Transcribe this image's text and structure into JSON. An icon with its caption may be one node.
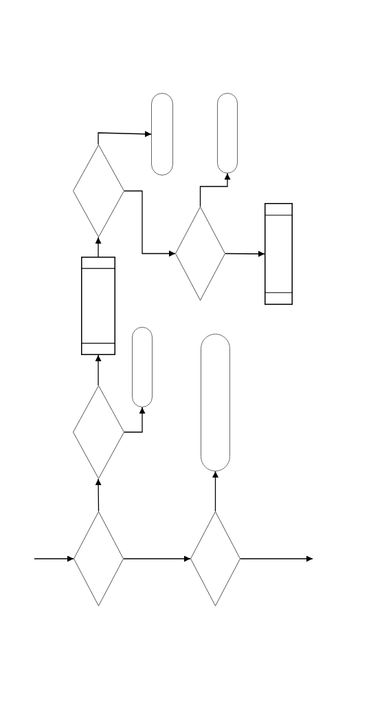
{
  "diagram": {
    "nodes": [
      {
        "text": [],
        "shape": "stadium"
      },
      {
        "text": [],
        "shape": "stadium"
      },
      {
        "text": [],
        "shape": "diamond"
      },
      {
        "text": [],
        "shape": "box"
      },
      {
        "text": [],
        "shape": "diamond"
      },
      {
        "text": [],
        "shape": "box"
      },
      {
        "text": [],
        "shape": "stadium"
      },
      {
        "text": [],
        "shape": "diamond"
      },
      {
        "text": [],
        "shape": "stadium"
      },
      {
        "text": [],
        "shape": "diamond"
      },
      {
        "text": [],
        "shape": "diamond"
      }
    ],
    "edges": [
      {
        "from": null,
        "to": 9,
        "arrow": "to"
      },
      {
        "from": 9,
        "to": 10,
        "arrow": "to"
      },
      {
        "from": 10,
        "to": null,
        "arrow": "to"
      },
      {
        "from": 9,
        "to": 7,
        "arrow": "to"
      },
      {
        "from": 7,
        "to": 5,
        "arrow": "to"
      },
      {
        "from": 7,
        "to": 6,
        "arrow": "to"
      },
      {
        "from": 10,
        "to": 8,
        "arrow": "to"
      },
      {
        "from": 5,
        "to": 2,
        "arrow": "to"
      },
      {
        "from": 2,
        "to": 0,
        "arrow": "to"
      },
      {
        "from": 2,
        "to": 4,
        "arrow": "to"
      },
      {
        "from": 4,
        "to": 1,
        "arrow": "to"
      },
      {
        "from": 4,
        "to": 3,
        "arrow": "to"
      }
    ]
  }
}
